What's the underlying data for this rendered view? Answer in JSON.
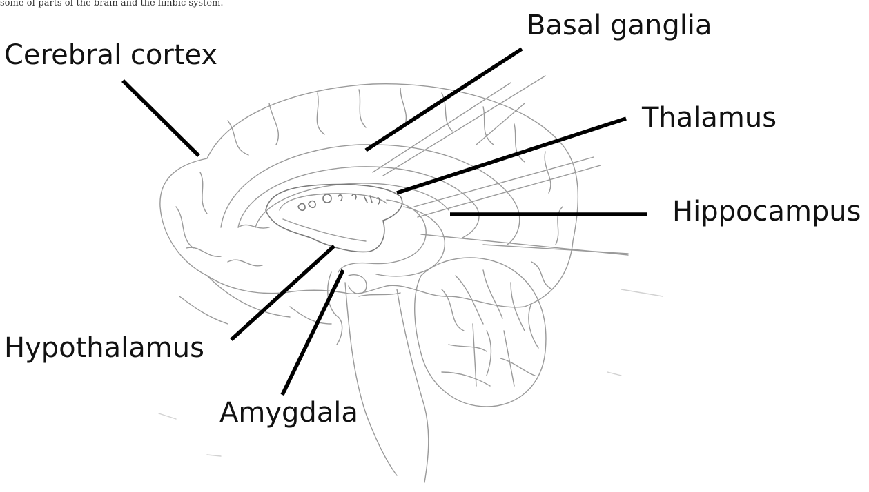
{
  "top_caption": "some of parts of the brain and the limbic system.",
  "labels": {
    "cerebral_cortex": "Cerebral cortex",
    "basal_ganglia": "Basal ganglia",
    "thalamus": "Thalamus",
    "hippocampus": "Hippocampus",
    "hypothalamus": "Hypothalamus",
    "amygdala": "Amygdala"
  },
  "style": {
    "leader_color": "#000000",
    "sketch_color": "#9a9a9a"
  }
}
